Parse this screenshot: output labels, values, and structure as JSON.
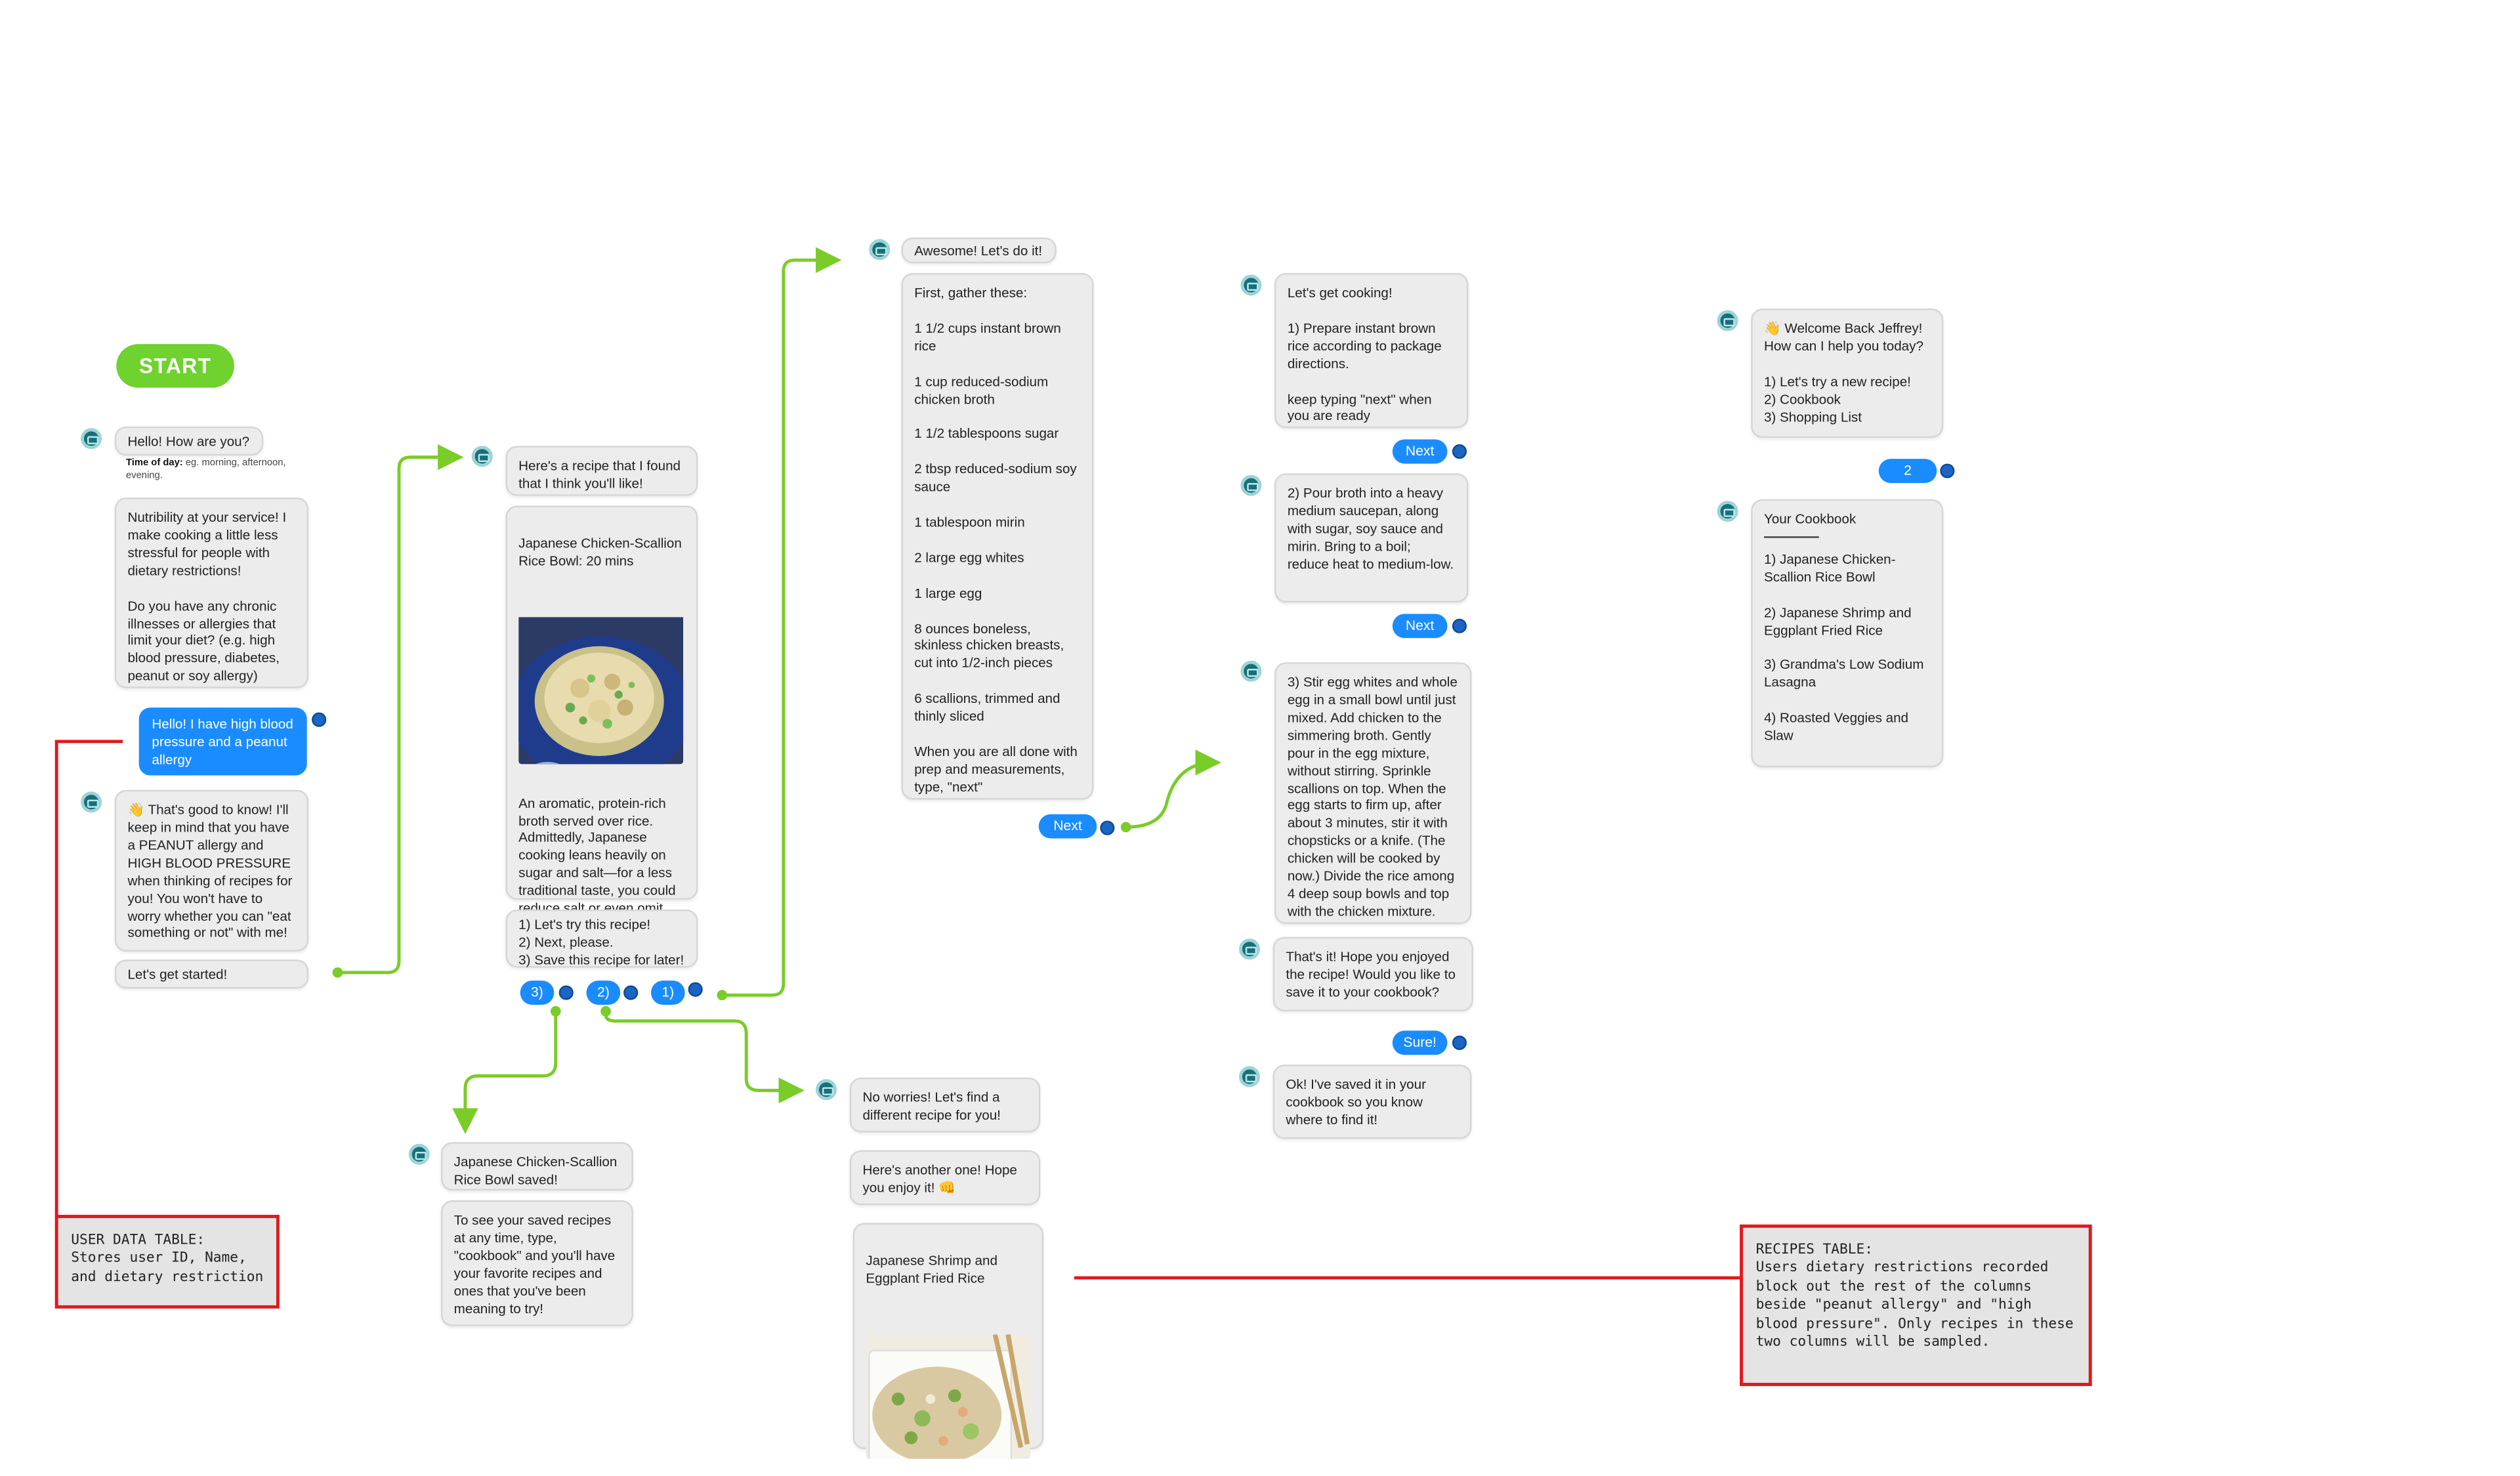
{
  "start_label": "START",
  "col1": {
    "greeting": "Hello! How are you?",
    "time_of_day_label": "Time of day:",
    "time_of_day_example": " eg. morning, afternoon, evening.",
    "intro": "Nutribility at your service! I make cooking a little less stressful for people with dietary restrictions!\n\nDo you have any chronic illnesses or allergies that limit your diet? (e.g. high blood pressure, diabetes, peanut or soy allergy)",
    "user_reply": "Hello! I have high blood pressure and a peanut allergy",
    "ack": "👋 That's good to know! I'll keep in mind that you have a PEANUT allergy and HIGH BLOOD PRESSURE when thinking of recipes for you! You won't have to worry whether you can \"eat something or not\" with me!",
    "lets_start": "Let's get started!"
  },
  "col2": {
    "found_recipe": "Here's a recipe that I found that I think you'll like!",
    "recipe_title": "Japanese Chicken-Scallion Rice Bowl: 20 mins",
    "recipe_desc": "An aromatic, protein-rich broth served over rice. Admittedly, Japanese cooking leans heavily on sugar and salt—for a less traditional taste, you could reduce salt or even omit the sugar.",
    "options": "1) Let's try this recipe!\n2) Next, please.\n3) Save this recipe for later!",
    "choice_3": "3)",
    "choice_2": "2)",
    "choice_1": "1)",
    "saved": "Japanese Chicken-Scallion Rice Bowl saved!",
    "saved_info": "To see your saved recipes at any time, type, \"cookbook\" and you'll have your favorite recipes and ones that you've been meaning to try!"
  },
  "col3": {
    "awesome": "Awesome! Let's do it!",
    "ingredients": "First, gather these:\n\n1 1/2 cups instant brown rice\n\n1 cup reduced-sodium chicken broth\n\n1 1/2 tablespoons sugar\n\n2 tbsp reduced-sodium soy sauce\n\n1 tablespoon mirin\n\n2 large egg whites\n\n1 large egg\n\n8 ounces boneless, skinless chicken breasts, cut into 1/2-inch pieces\n\n6 scallions, trimmed and thinly sliced\n\nWhen you are all done with prep and measurements, type, \"next\"",
    "next": "Next",
    "no_worries": "No worries! Let's find a different recipe for you!",
    "another": "Here's another one! Hope you enjoy it! 👊",
    "recipe2_title": "Japanese Shrimp and Eggplant Fried Rice"
  },
  "col4": {
    "step_intro": "Let's get cooking!\n\n1) Prepare instant brown rice according to package directions.\n\nkeep typing \"next\" when you are ready",
    "next1": "Next",
    "step2": "2) Pour broth into a heavy medium saucepan, along with sugar, soy sauce and mirin. Bring to a boil; reduce heat to medium-low.",
    "next2": "Next",
    "step3": "3) Stir egg whites and whole egg in a small bowl until just mixed. Add chicken to the simmering broth. Gently pour in the egg mixture, without stirring. Sprinkle scallions on top. When the egg starts to firm up, after about 3 minutes, stir it with chopsticks or a knife. (The chicken will be cooked by now.) Divide the rice among 4 deep soup bowls and top with the chicken mixture.",
    "done": "That's it! Hope you enjoyed the recipe! Would you like to save it to your cookbook?",
    "sure": "Sure!",
    "saved": "Ok! I've saved it in your cookbook so you know where to find it!"
  },
  "col5": {
    "welcome": "👋 Welcome Back Jeffrey!\nHow can I help you today?\n\n1) Let's try a new recipe!\n2) Cookbook\n3) Shopping List",
    "choice": "2",
    "cookbook_title": "Your Cookbook",
    "cookbook_list": "1) Japanese Chicken-Scallion Rice Bowl\n\n2) Japanese Shrimp and Eggplant Fried Rice\n\n3) Grandma's Low Sodium Lasagna\n\n4) Roasted Veggies and Slaw"
  },
  "notes": {
    "user_table": "USER DATA TABLE:\nStores user ID, Name,\nand dietary restriction",
    "recipes_table": "RECIPES TABLE:\nUsers dietary restrictions recorded block out the rest of the columns beside \"peanut allergy\" and \"high blood pressure\". Only recipes in these two columns will be sampled."
  },
  "colors": {
    "bot_bubble": "#ececec",
    "user_bubble": "#1a8cff",
    "flow_arrow": "#7acc29",
    "annotation": "#e0191f",
    "start_button": "#6fd22e"
  }
}
